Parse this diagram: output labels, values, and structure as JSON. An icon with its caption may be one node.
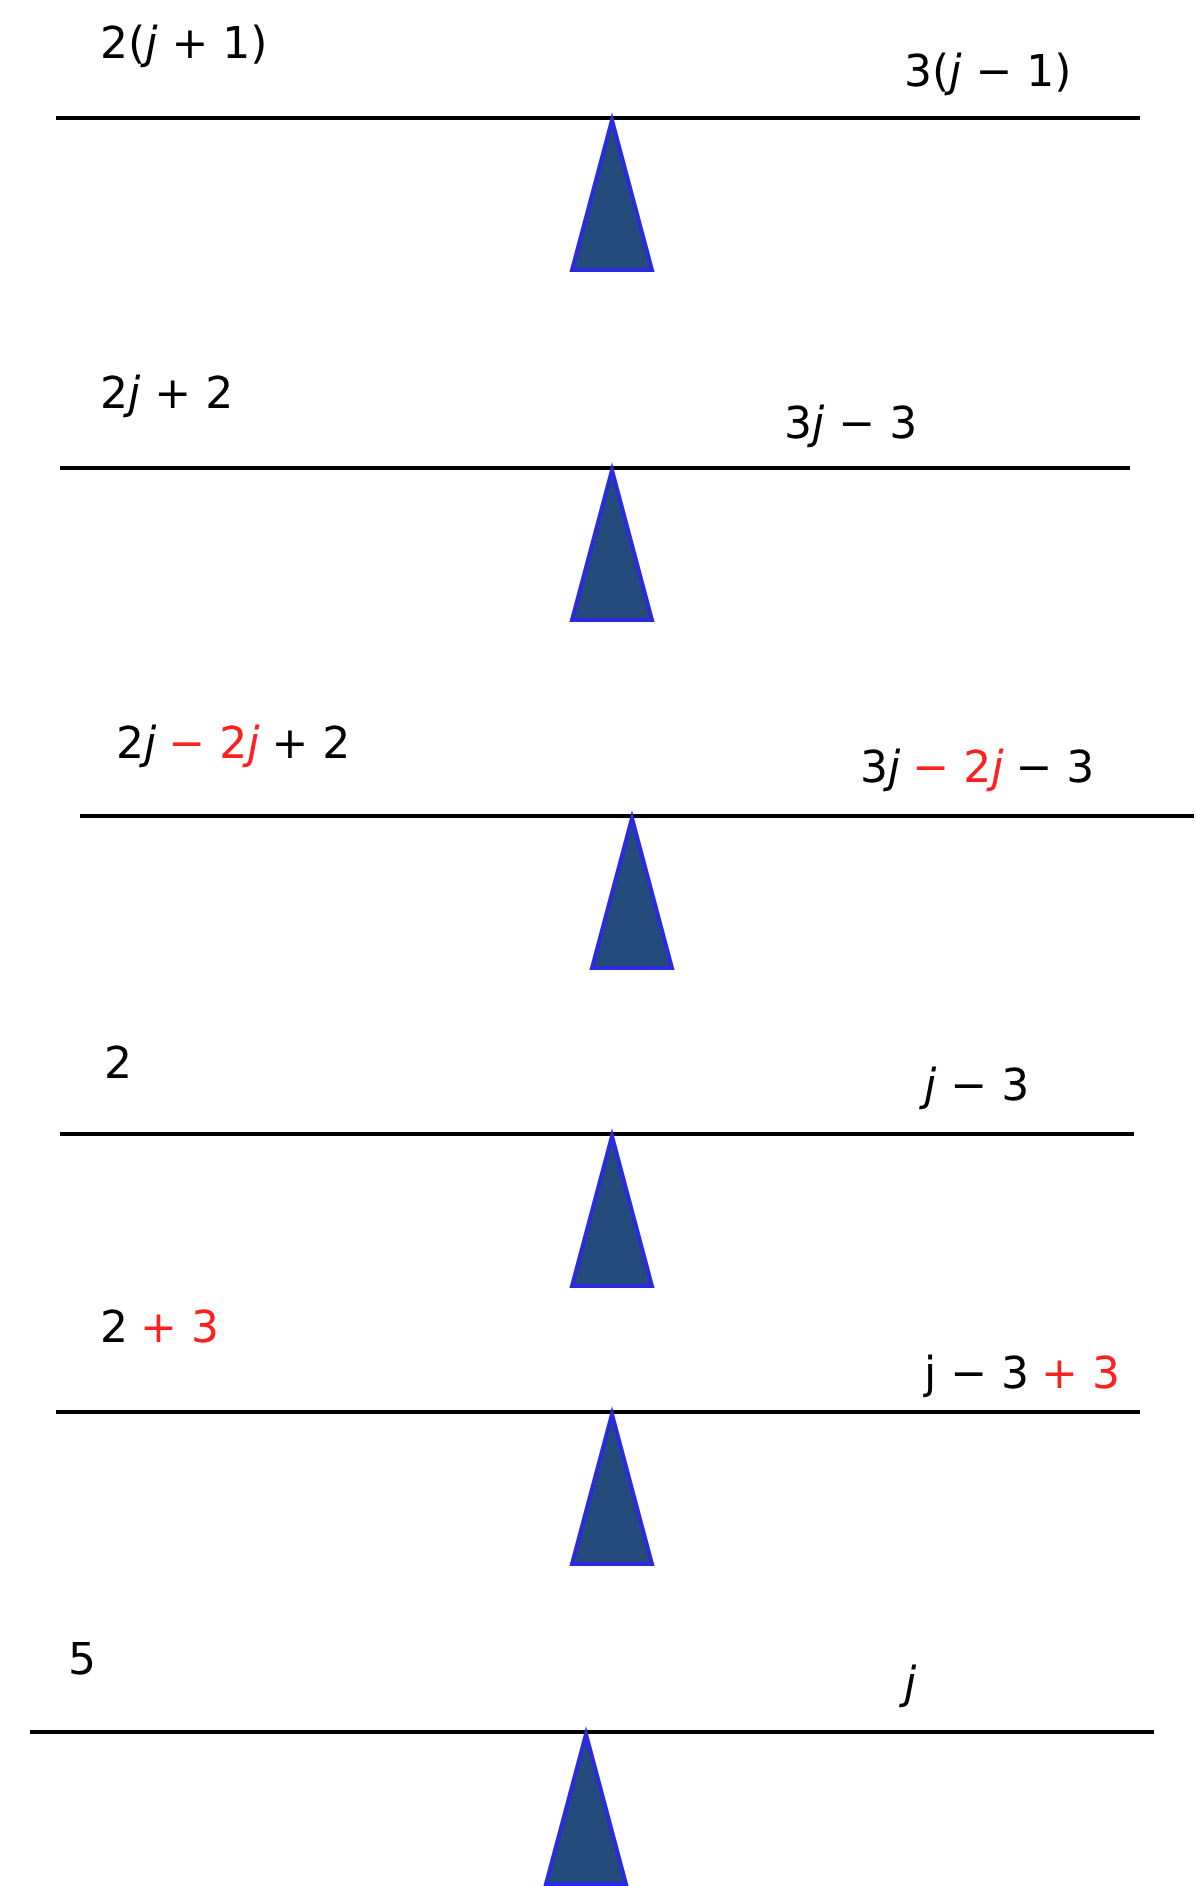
{
  "diagram": {
    "labels": [
      "2(j + 1)",
      "3(j − 1)",
      "2j + 2",
      "3j − 3",
      "2j",
      "− 2j",
      "+ 2",
      "3j",
      "− 2j",
      "− 3",
      "2",
      "j − 3",
      "2",
      "+ 3",
      "j − 3",
      "+ 3",
      "5",
      "j"
    ]
  }
}
